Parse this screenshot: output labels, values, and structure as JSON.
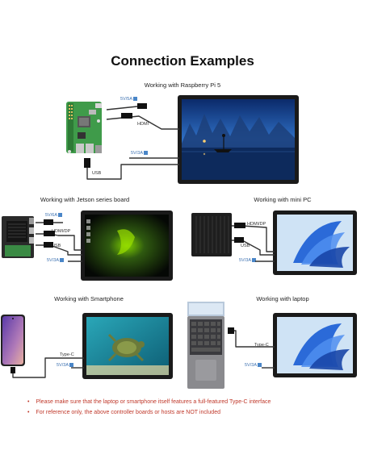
{
  "title": "Connection Examples",
  "sections": {
    "rpi": "Working with Raspberry Pi 5",
    "jetson": "Working with Jetson series board",
    "minipc": "Working with mini PC",
    "phone": "Working with Smartphone",
    "laptop": "Working with laptop"
  },
  "labels": {
    "rpi_power": "5V/5A",
    "hdmi": "HDMI",
    "rpi_display_power": "5V/3A",
    "rpi_usb": "USB",
    "jetson_power": "5V/6A",
    "hdmi_dp": "HDMI/DP",
    "usb": "USB",
    "jetson_display_power": "5V/3A",
    "minipc_hdmi_dp": "HDMI/DP",
    "minipc_usb": "USB",
    "minipc_display_power": "5V/3A",
    "typec": "Type-C",
    "phone_display_power": "5V/3A",
    "laptop_typec": "Type-C",
    "laptop_display_power": "5V/3A"
  },
  "notes": [
    "Please make sure that the laptop or smartphone itself features a full-featured Type-C interface",
    "For reference only, the above controller boards or hosts are NOT included"
  ],
  "colors": {
    "note_red": "#c0392b",
    "power_blue": "#3a6fb0",
    "pcb_green": "#3f9b4a",
    "bezel": "#1a1a1a"
  }
}
